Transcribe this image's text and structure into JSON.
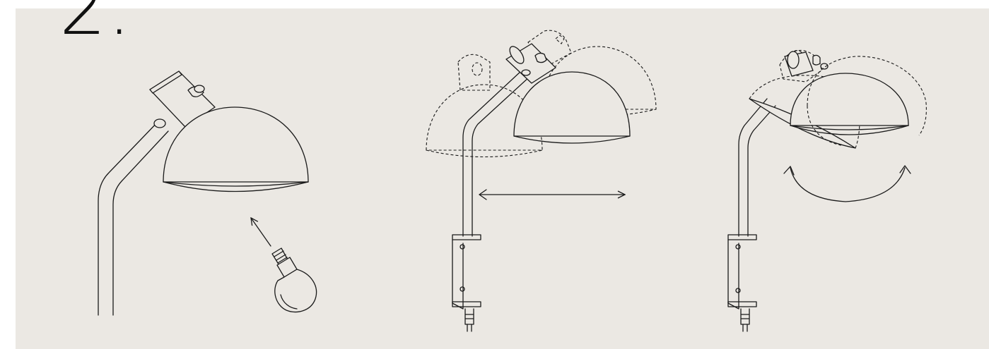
{
  "step": {
    "number": "2."
  },
  "illustrations": [
    {
      "id": "bulb-install",
      "icons": [
        "lamp-shade",
        "bulb",
        "insert-arrow"
      ]
    },
    {
      "id": "horizontal-adjust",
      "icons": [
        "lamp-shade",
        "wall-bracket",
        "double-arrow"
      ]
    },
    {
      "id": "tilt-adjust",
      "icons": [
        "lamp-shade",
        "wall-bracket",
        "rotate-arrow"
      ]
    }
  ],
  "colors": {
    "background": "#ebe8e3",
    "line": "#1a1a1a"
  }
}
